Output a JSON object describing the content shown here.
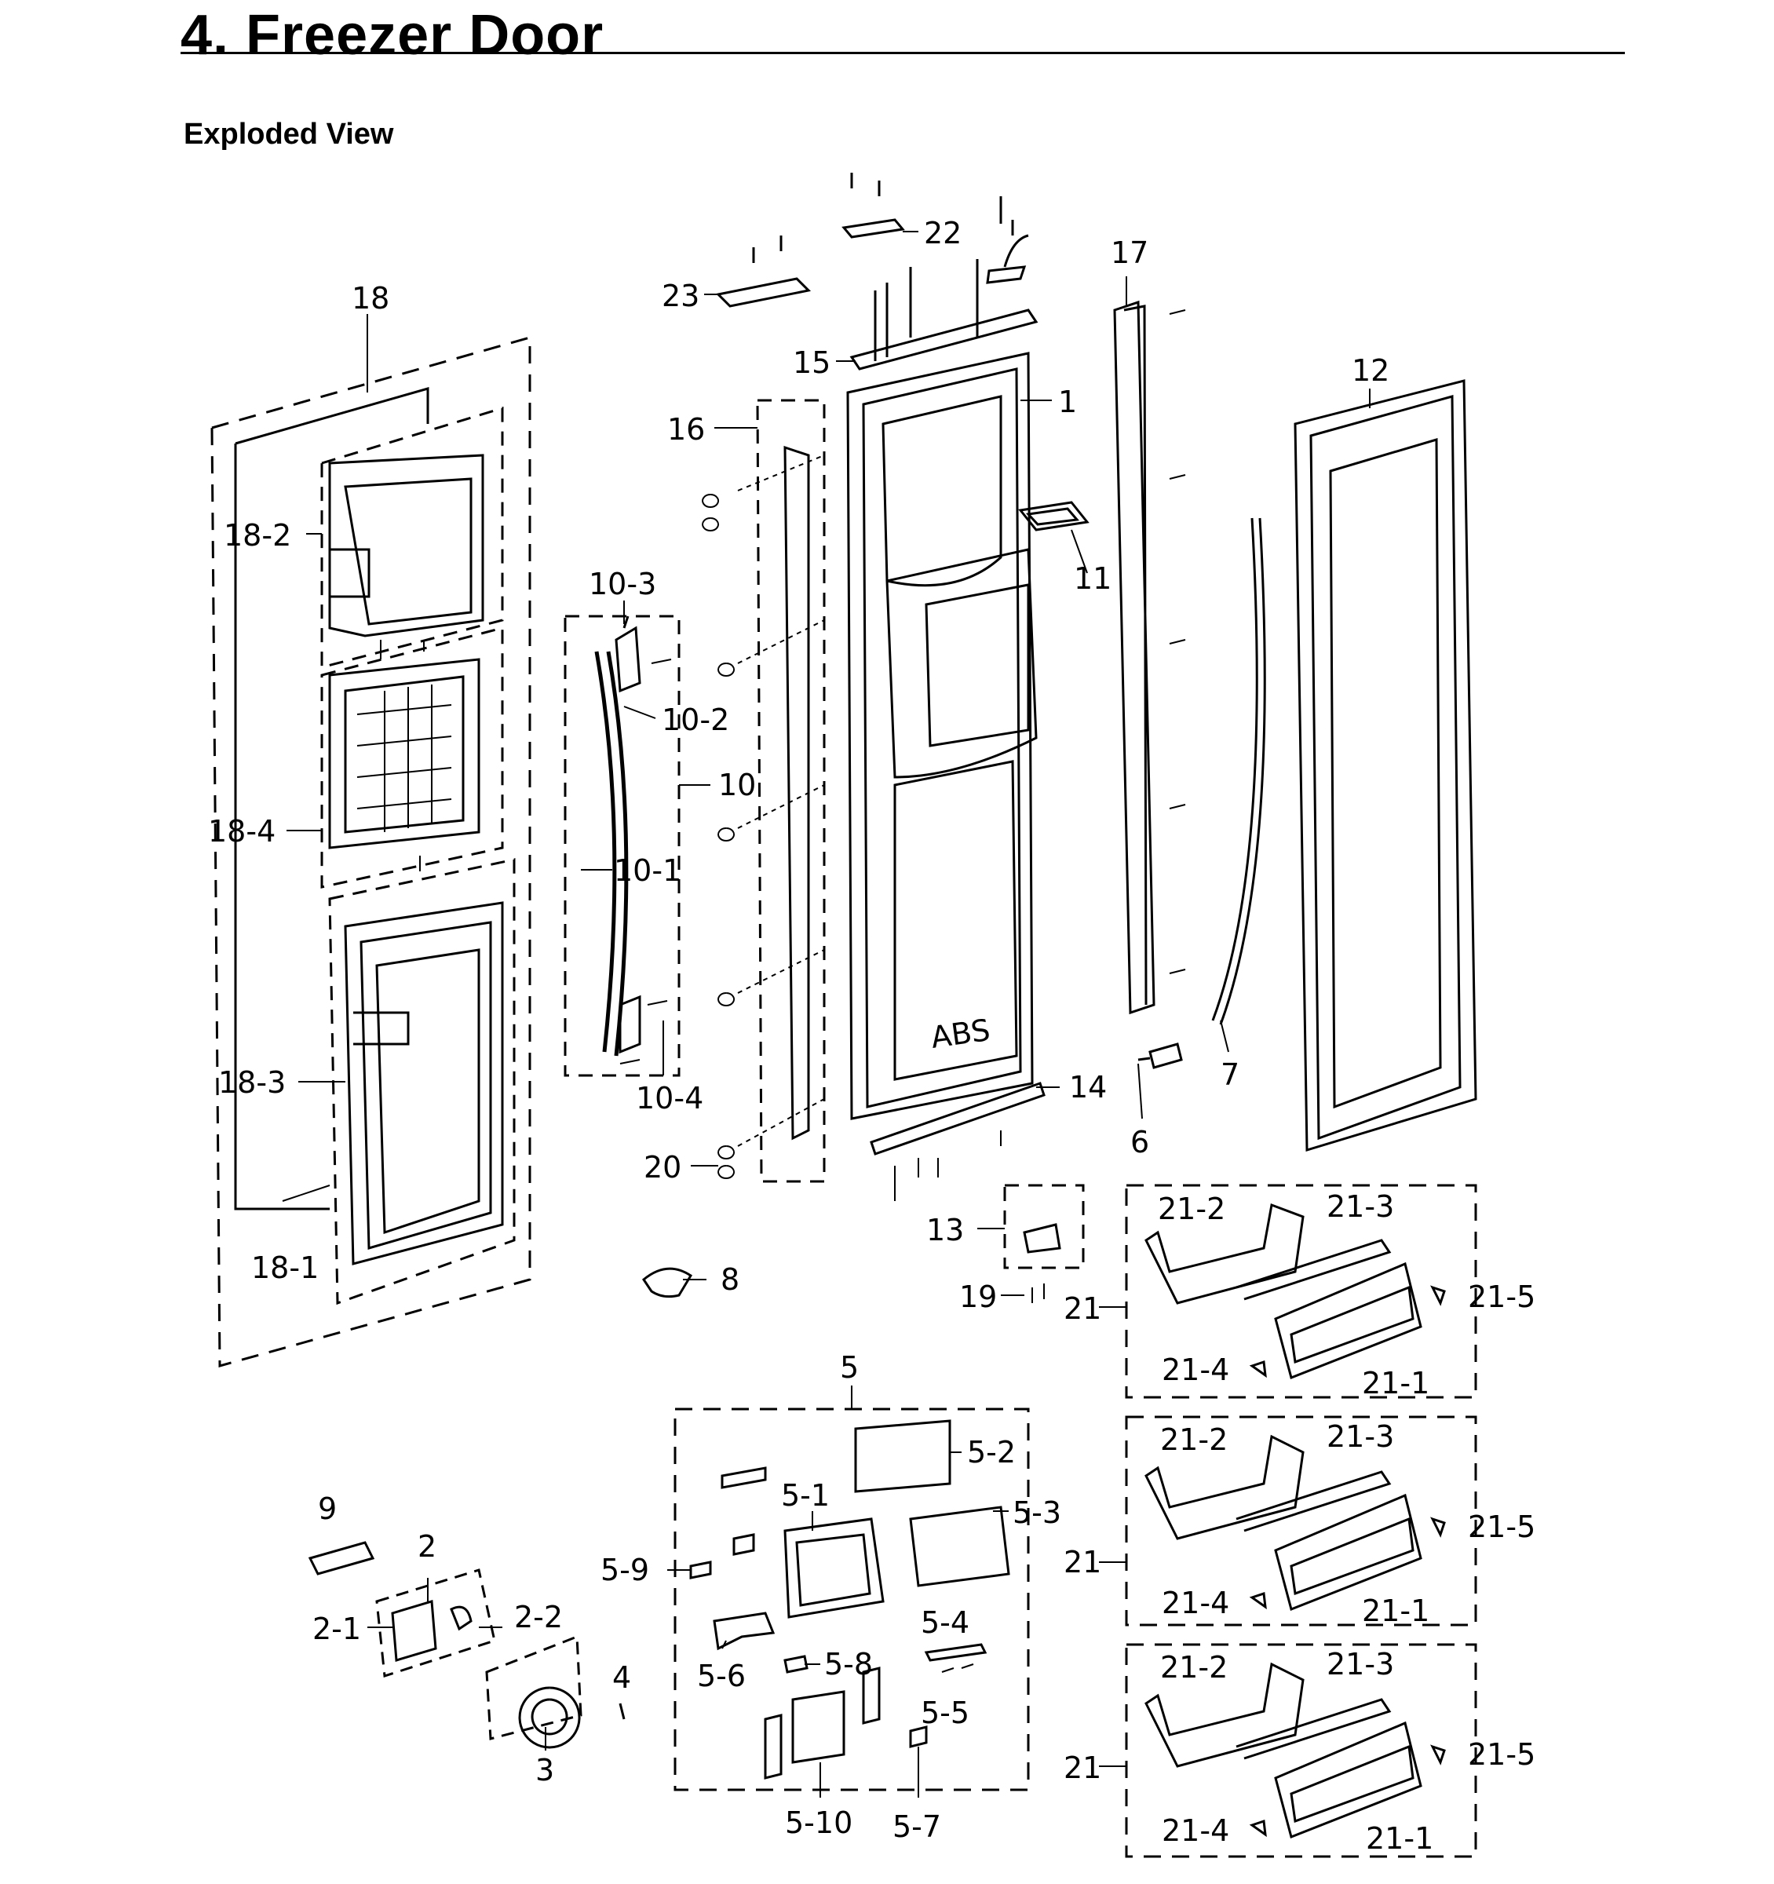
{
  "page": {
    "title": "4.  Freezer Door",
    "subtitle": "Exploded View"
  },
  "callouts": {
    "c1": "1",
    "c2": "2",
    "c2_1": "2-1",
    "c2_2": "2-2",
    "c3": "3",
    "c4": "4",
    "c5": "5",
    "c5_1": "5-1",
    "c5_2": "5-2",
    "c5_3": "5-3",
    "c5_4": "5-4",
    "c5_5": "5-5",
    "c5_6": "5-6",
    "c5_7": "5-7",
    "c5_8": "5-8",
    "c5_9": "5-9",
    "c5_10": "5-10",
    "c6": "6",
    "c7": "7",
    "c8": "8",
    "c9": "9",
    "c10": "10",
    "c10_1": "10-1",
    "c10_2": "10-2",
    "c10_3": "10-3",
    "c10_4": "10-4",
    "c11": "11",
    "c12": "12",
    "c13": "13",
    "c14": "14",
    "c15": "15",
    "c16": "16",
    "c17": "17",
    "c18": "18",
    "c18_1": "18-1",
    "c18_2": "18-2",
    "c18_3": "18-3",
    "c18_4": "18-4",
    "c19": "19",
    "c20": "20",
    "c21": "21",
    "c21_1": "21-1",
    "c21_2": "21-2",
    "c21_3": "21-3",
    "c21_4": "21-4",
    "c21_5": "21-5",
    "c22": "22",
    "c23": "23"
  },
  "door_marking": "ABS"
}
